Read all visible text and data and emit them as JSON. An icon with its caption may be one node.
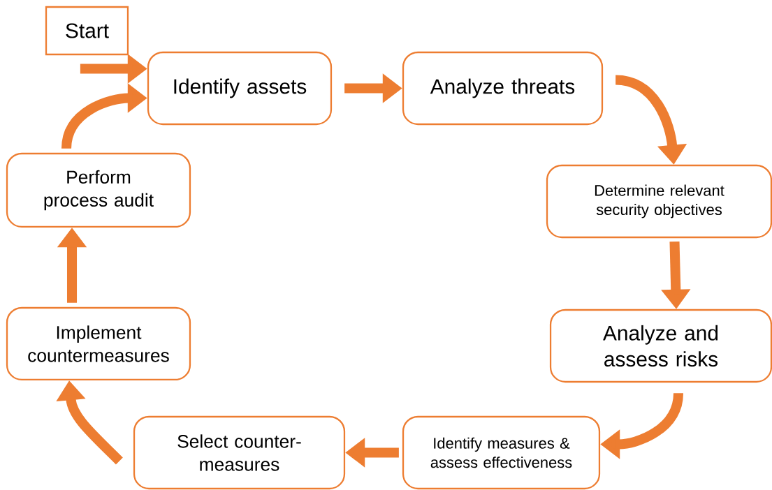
{
  "diagram": {
    "nodes": [
      {
        "text": [
          "Start"
        ]
      },
      {
        "text": [
          "Identify assets"
        ]
      },
      {
        "text": [
          "Analyze threats"
        ]
      },
      {
        "text": [
          "Determine relevant security objectives"
        ]
      },
      {
        "text": [
          "Analyze and assess risks"
        ]
      },
      {
        "text": [
          "Identify measures & assess effectiveness"
        ]
      },
      {
        "text": [
          "Select counter-measures"
        ]
      },
      {
        "text": [
          "Implement countermeasures"
        ]
      },
      {
        "text": [
          "Perform process audit"
        ]
      }
    ],
    "edges": [
      {
        "from": null,
        "to": 1,
        "arrow": "to"
      },
      {
        "from": 1,
        "to": 2,
        "arrow": "to"
      },
      {
        "from": 2,
        "to": 3,
        "arrow": "to"
      },
      {
        "from": 3,
        "to": 4,
        "arrow": "to"
      },
      {
        "from": 4,
        "to": 5,
        "arrow": "to"
      },
      {
        "from": 5,
        "to": 6,
        "arrow": "to"
      },
      {
        "from": 6,
        "to": 7,
        "arrow": "to"
      },
      {
        "from": 7,
        "to": 8,
        "arrow": "to"
      },
      {
        "from": 8,
        "to": 1,
        "arrow": "to"
      }
    ]
  }
}
